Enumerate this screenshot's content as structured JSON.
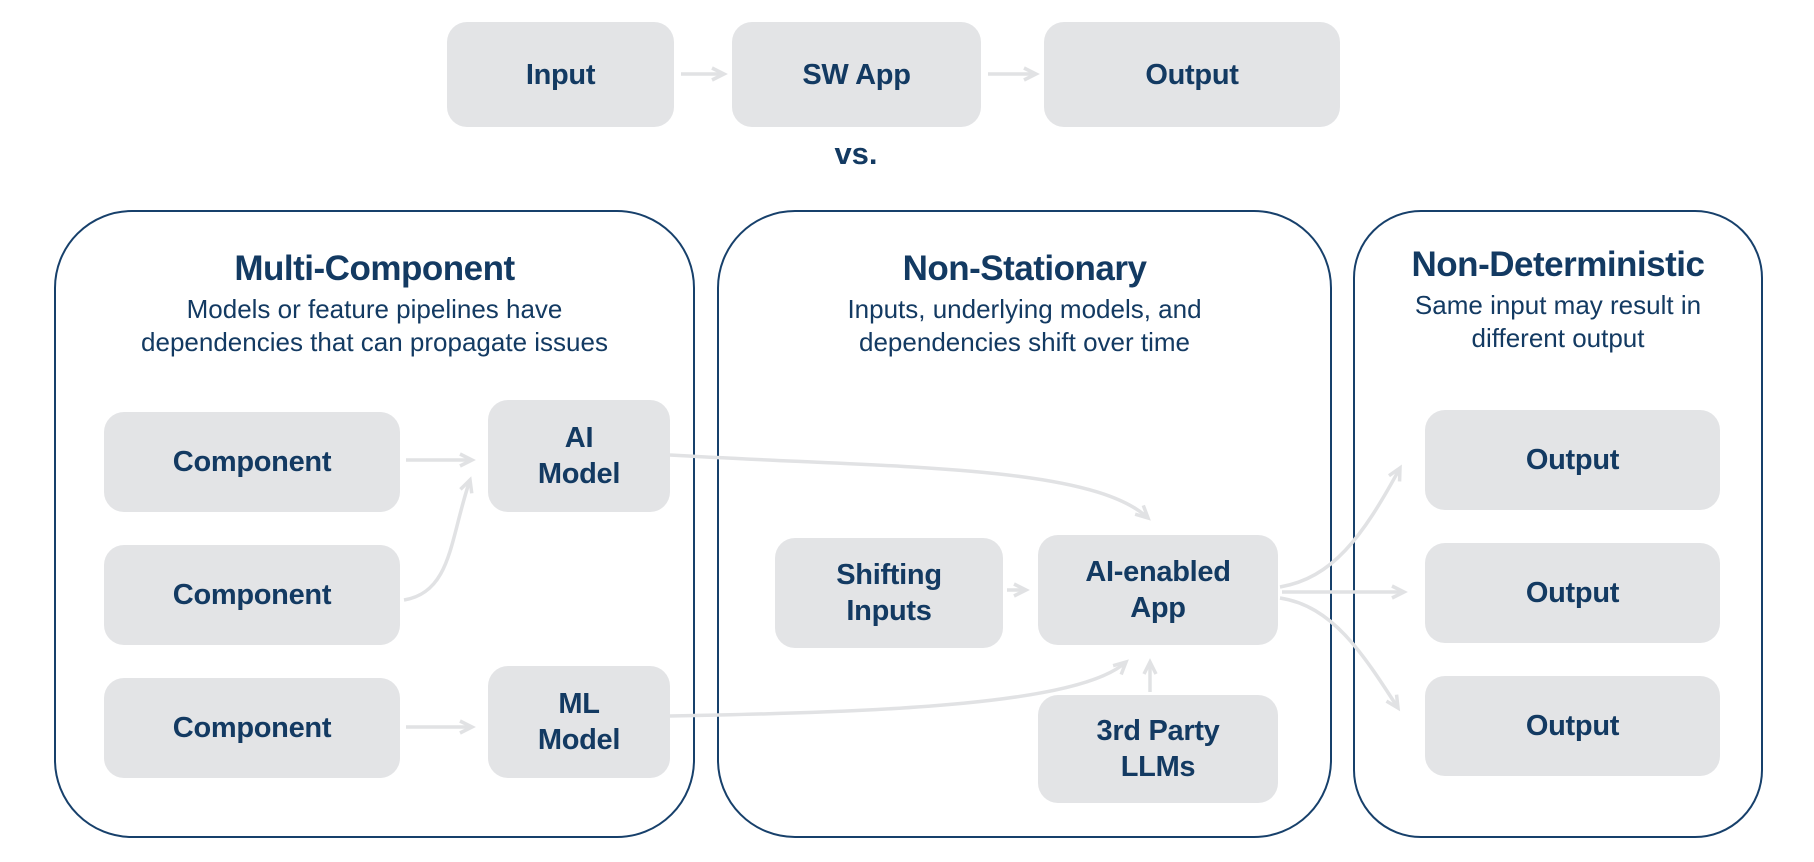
{
  "colors": {
    "navy_text": "#133a62",
    "panel_border": "#17406b",
    "box_fill": "#e3e4e6",
    "arrow_gray": "#e1e2e4",
    "background": "#ffffff"
  },
  "top_flow": {
    "input": "Input",
    "sw_app": "SW App",
    "output": "Output",
    "versus": "vs."
  },
  "panels": {
    "multi_component": {
      "title": "Multi-Component",
      "subtitle": [
        "Models or feature pipelines have",
        "dependencies that can propagate issues"
      ],
      "component_1": "Component",
      "component_2": "Component",
      "component_3": "Component",
      "ai_model": [
        "AI",
        "Model"
      ],
      "ml_model": [
        "ML",
        "Model"
      ]
    },
    "non_stationary": {
      "title": "Non-Stationary",
      "subtitle": [
        "Inputs, underlying models, and",
        "dependencies shift over time"
      ],
      "shifting_inputs": [
        "Shifting",
        "Inputs"
      ],
      "ai_enabled_app": [
        "AI-enabled",
        "App"
      ],
      "third_party_llms": [
        "3rd Party",
        "LLMs"
      ]
    },
    "non_deterministic": {
      "title": "Non-Deterministic",
      "subtitle": [
        "Same input may result in",
        "different output"
      ],
      "output_1": "Output",
      "output_2": "Output",
      "output_3": "Output"
    }
  }
}
